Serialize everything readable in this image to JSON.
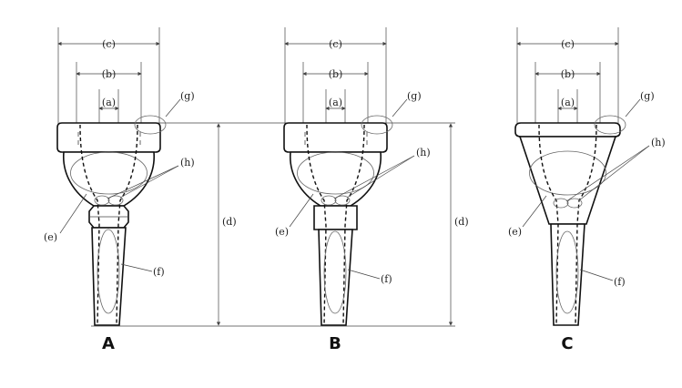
{
  "labels": {
    "a": "(a)",
    "b": "(b)",
    "c": "(c)",
    "d": "(d)",
    "e": "(e)",
    "f": "(f)",
    "g": "(g)",
    "h": "(h)"
  },
  "variants": [
    "A",
    "B",
    "C"
  ]
}
